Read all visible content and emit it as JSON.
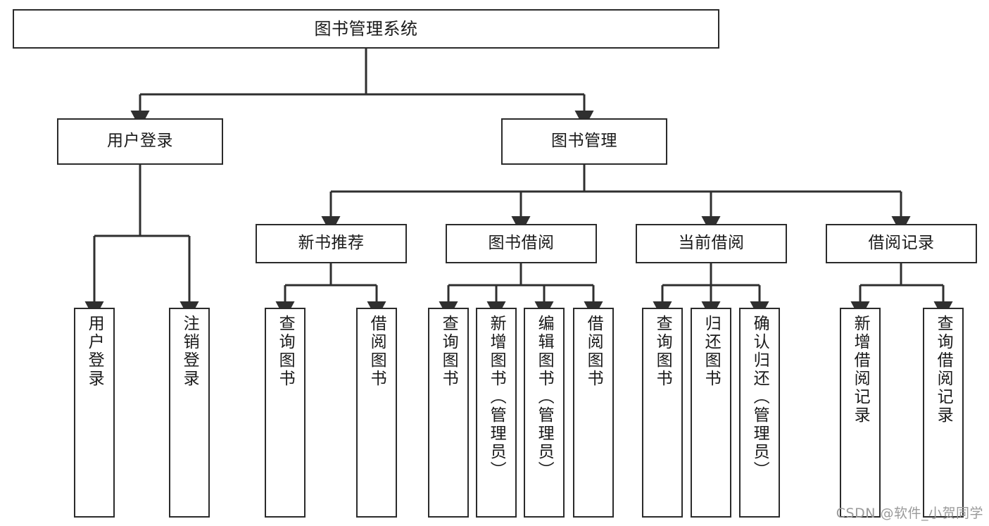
{
  "diagram": {
    "type": "tree",
    "title": "图书管理系统",
    "colors": {
      "box_border": "#2b2b2b",
      "box_fill": "#ffffff",
      "connector": "#333333",
      "text": "#1a1a1a",
      "watermark": "#9a9a9a"
    },
    "root": {
      "label": "图书管理系统"
    },
    "level2": [
      {
        "label": "用户登录"
      },
      {
        "label": "图书管理"
      }
    ],
    "level3": [
      {
        "label": "新书推荐"
      },
      {
        "label": "图书借阅"
      },
      {
        "label": "当前借阅"
      },
      {
        "label": "借阅记录"
      }
    ],
    "leaves": {
      "user_login": [
        {
          "label": "用户登录"
        },
        {
          "label": "注销登录"
        }
      ],
      "new_book_recommend": [
        {
          "label": "查询图书"
        },
        {
          "label": "借阅图书"
        }
      ],
      "book_borrow": [
        {
          "label": "查询图书"
        },
        {
          "label": "新增图书（管理员）"
        },
        {
          "label": "编辑图书（管理员）"
        },
        {
          "label": "借阅图书"
        }
      ],
      "current_borrow": [
        {
          "label": "查询图书"
        },
        {
          "label": "归还图书"
        },
        {
          "label": "确认归还（管理员）"
        }
      ],
      "borrow_record": [
        {
          "label": "新增借阅记录"
        },
        {
          "label": "查询借阅记录"
        }
      ]
    }
  },
  "watermark": {
    "text": "CSDN @软件_小贺同学"
  }
}
